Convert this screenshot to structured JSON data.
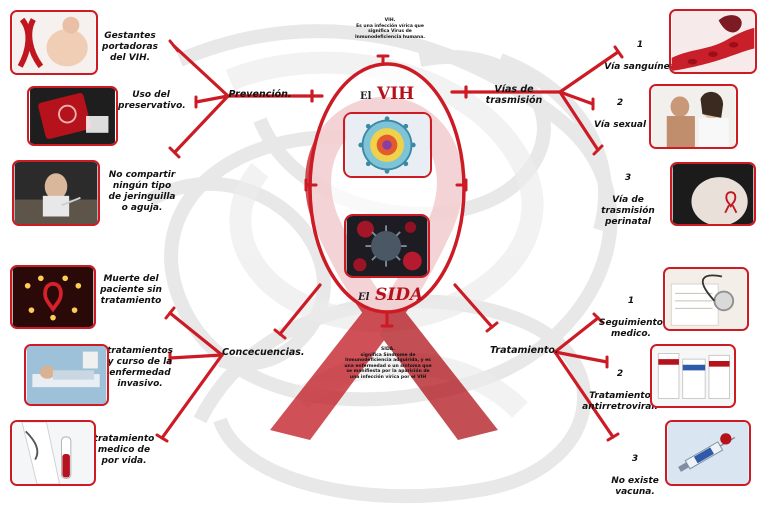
{
  "center": {
    "vih_prefix": "El",
    "vih_word": "VIH",
    "sida_prefix": "El",
    "sida_word": "SIDA",
    "vih_definition": "VIH.\nEs una infección vírica que significa Virus de Inmunodeficiencia humana.",
    "sida_definition": "SIDA.\nsignifica Síndrome de Inmunodeficiencia adquirida, y es una enfermedad o un síntoma que se manifiesta por la aparición de una infección vírica por el VIH"
  },
  "branches": {
    "prevencion": {
      "label": "Prevención.",
      "items": [
        "Gestantes portadoras del VIH.",
        "Uso del preservativo.",
        "No compartir ningún tipo de jeringuilla o aguja."
      ]
    },
    "trasmision": {
      "label": "Vías de trasmisión",
      "items": [
        {
          "num": "1",
          "text": "Vía sanguínea"
        },
        {
          "num": "2",
          "text": "Vía sexual"
        },
        {
          "num": "3",
          "text": "Vía de trasmisión perinatal"
        }
      ]
    },
    "consecuencias": {
      "label": "Concecuencias.",
      "items": [
        "Muerte del paciente sin tratamiento",
        "tratamientos y curso de la enfermedad invasivo.",
        "tratamiento medico de por vida."
      ]
    },
    "tratamiento": {
      "label": "Tratamiento.",
      "items": [
        {
          "num": "1",
          "text": "Seguimiento medico."
        },
        {
          "num": "2",
          "text": "Tratamiento antirretroviral."
        },
        {
          "num": "3",
          "text": "No existe vacuna."
        }
      ]
    }
  },
  "colors": {
    "accent": "#cc1b24",
    "ribbon": "#c0161f",
    "background": "#ffffff"
  },
  "icons": [
    "aids-ribbon-icon",
    "hiv-virus-icon",
    "sida-virus-icon",
    "blood-vessel-icon",
    "couple-icon",
    "pregnant-belly-icon",
    "stethoscope-icon",
    "pills-icon",
    "syringe-icon",
    "candles-icon",
    "hospital-patient-icon",
    "blood-tube-icon",
    "condom-icon",
    "needle-user-icon",
    "pregnant-woman-icon"
  ]
}
